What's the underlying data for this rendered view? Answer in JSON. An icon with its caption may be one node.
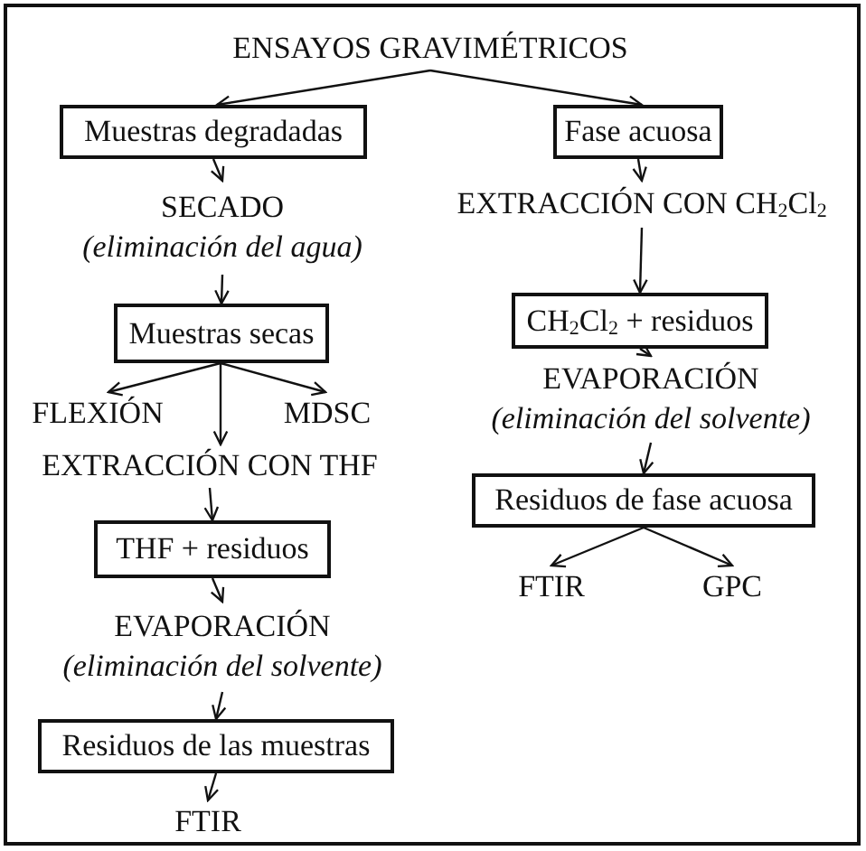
{
  "diagram": {
    "nodes": [
      {
        "text": [
          "ENSAYOS GRAVIMÉTRICOS"
        ]
      },
      {
        "text": [
          "Muestras degradadas"
        ]
      },
      {
        "text": [
          "Fase acuosa"
        ]
      },
      {
        "text": [
          "SECADO",
          "(eliminación del agua)"
        ]
      },
      {
        "text": [
          "EXTRACCIÓN CON CH$_{2}$Cl$_{2}$"
        ]
      },
      {
        "text": [
          "Muestras secas"
        ]
      },
      {
        "text": [
          "CH$_{2}$Cl$_{2}$ + residuos"
        ]
      },
      {
        "text": [
          "FLEXIÓN"
        ]
      },
      {
        "text": [
          "MDSC"
        ]
      },
      {
        "text": [
          "EXTRACCIÓN CON THF"
        ]
      },
      {
        "text": [
          "EVAPORACIÓN",
          "(eliminación del solvente)"
        ]
      },
      {
        "text": [
          "THF + residuos"
        ]
      },
      {
        "text": [
          "Residuos de fase acuosa"
        ]
      },
      {
        "text": [
          "EVAPORACIÓN",
          "(eliminación del solvente)"
        ]
      },
      {
        "text": [
          "FTIR"
        ]
      },
      {
        "text": [
          "GPC"
        ]
      },
      {
        "text": [
          "Residuos de las muestras"
        ]
      },
      {
        "text": [
          "FTIR"
        ]
      }
    ],
    "edges": [
      {
        "from": 0,
        "to": 1,
        "arrow": "to"
      },
      {
        "from": 0,
        "to": 2,
        "arrow": "to"
      },
      {
        "from": 1,
        "to": 3,
        "arrow": "to"
      },
      {
        "from": 2,
        "to": 4,
        "arrow": "to"
      },
      {
        "from": 3,
        "to": 5,
        "arrow": "to"
      },
      {
        "from": 4,
        "to": 6,
        "arrow": "to"
      },
      {
        "from": 5,
        "to": 7,
        "arrow": "to"
      },
      {
        "from": 5,
        "to": 9,
        "arrow": "to"
      },
      {
        "from": 5,
        "to": 8,
        "arrow": "to"
      },
      {
        "from": 6,
        "to": 10,
        "arrow": "to"
      },
      {
        "from": 10,
        "to": 12,
        "arrow": "to"
      },
      {
        "from": 9,
        "to": 11,
        "arrow": "to"
      },
      {
        "from": 11,
        "to": 13,
        "arrow": "to"
      },
      {
        "from": 12,
        "to": 14,
        "arrow": "to"
      },
      {
        "from": 12,
        "to": 15,
        "arrow": "to"
      },
      {
        "from": 13,
        "to": 16,
        "arrow": "to"
      },
      {
        "from": 16,
        "to": 17,
        "arrow": "to"
      }
    ]
  }
}
